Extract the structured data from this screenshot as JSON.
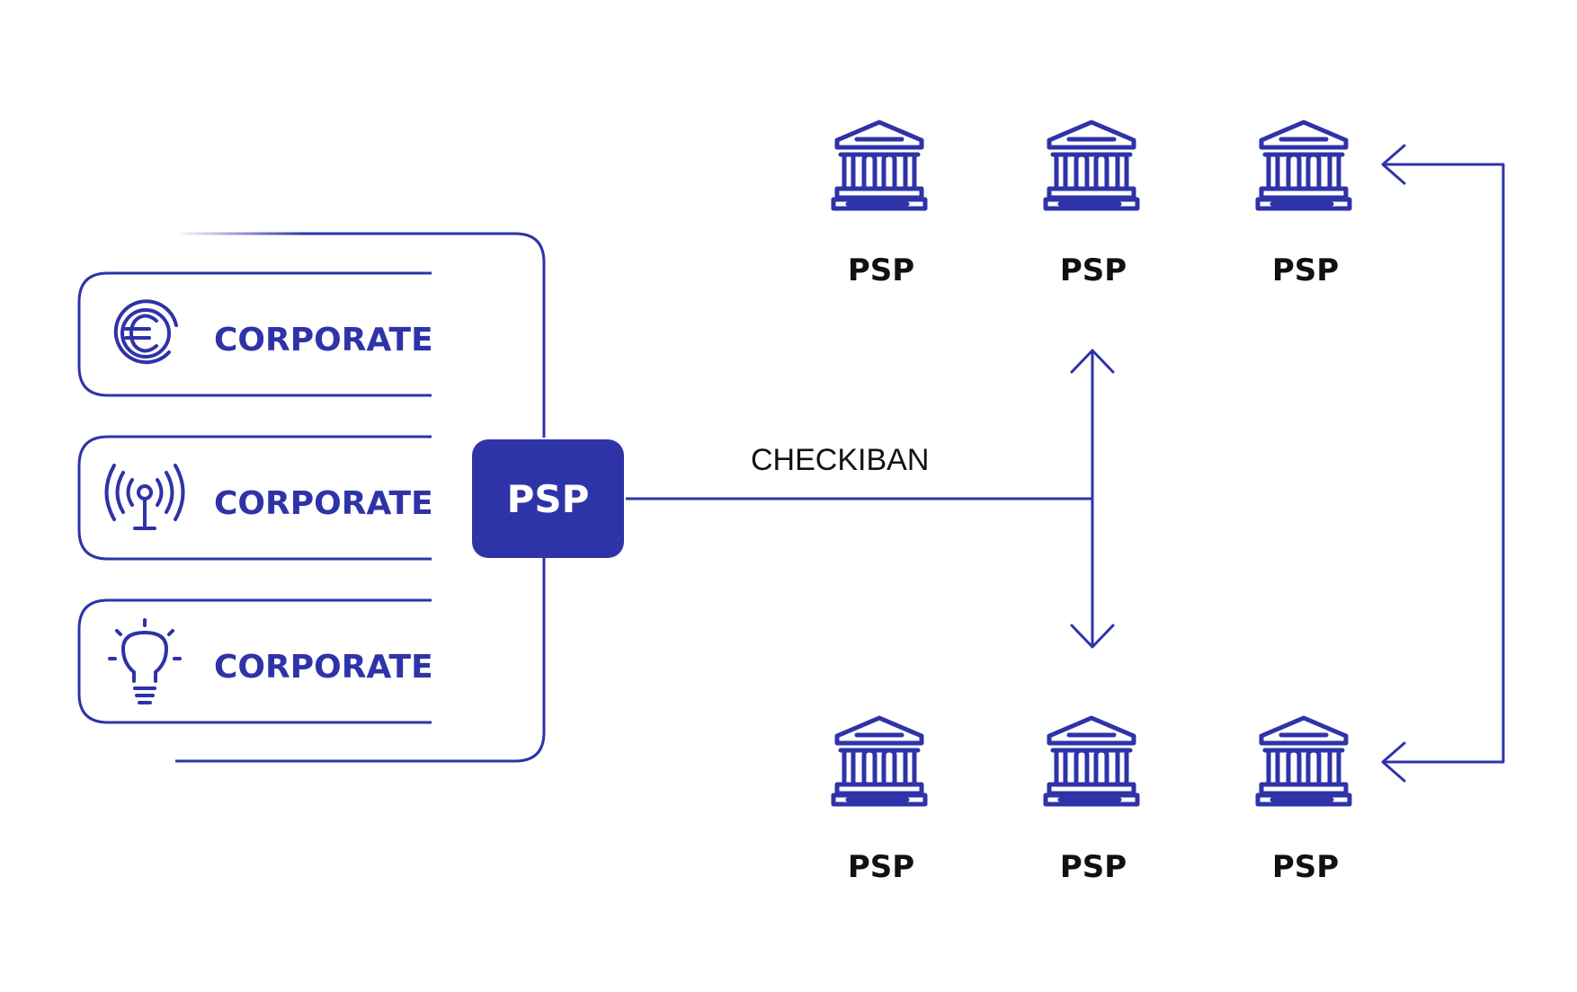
{
  "colors": {
    "primary": "#2e33a8",
    "text": "#111111",
    "background": "#ffffff",
    "on_primary": "#ffffff"
  },
  "corporates": [
    {
      "label": "CORPORATE",
      "icon": "euro-coin-icon"
    },
    {
      "label": "CORPORATE",
      "icon": "antenna-icon"
    },
    {
      "label": "CORPORATE",
      "icon": "lightbulb-icon"
    }
  ],
  "central": {
    "label": "PSP"
  },
  "connection": {
    "label": "CHECKIBAN"
  },
  "banks": {
    "icon": "bank-icon",
    "top": [
      {
        "label": "PSP"
      },
      {
        "label": "PSP"
      },
      {
        "label": "PSP"
      }
    ],
    "bottom": [
      {
        "label": "PSP"
      },
      {
        "label": "PSP"
      },
      {
        "label": "PSP"
      }
    ]
  }
}
